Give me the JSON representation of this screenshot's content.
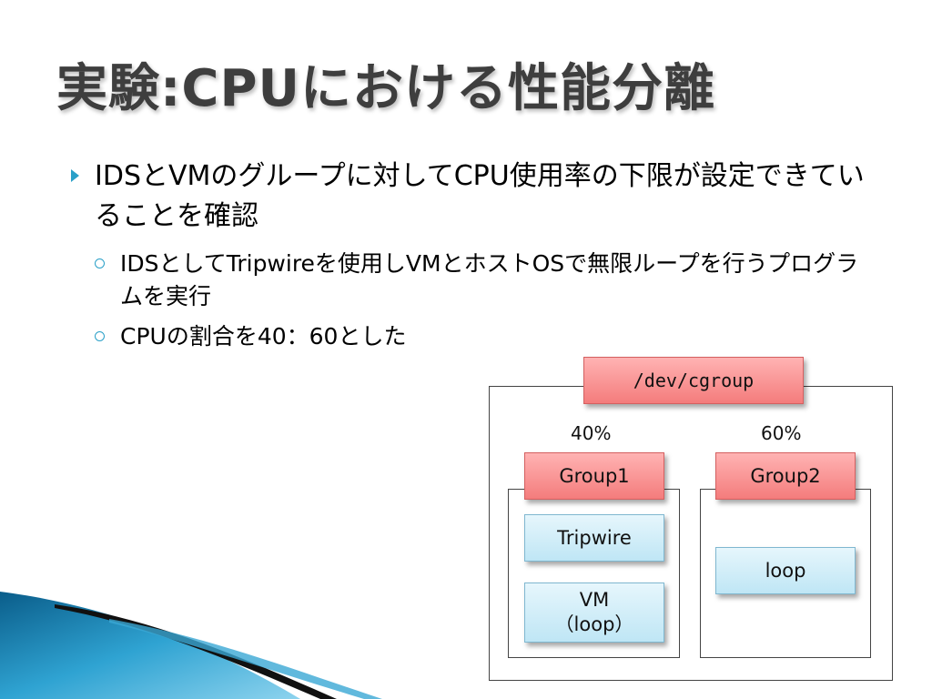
{
  "slide": {
    "title": "実験:CPUにおける性能分離",
    "bullets": [
      {
        "text": "IDSとVMのグループに対してCPU使用率の下限が設定できていることを確認",
        "subs": [
          "IDSとしてTripwireを使用しVMとホストOSで無限ループを行うプログラムを実行",
          "CPUの割合を40：60とした"
        ]
      }
    ]
  },
  "diagram": {
    "root": "/dev/cgroup",
    "groups": [
      {
        "percent": "40%",
        "name": "Group1",
        "items": [
          "Tripwire",
          "VM\n（loop）"
        ]
      },
      {
        "percent": "60%",
        "name": "Group2",
        "items": [
          "loop"
        ]
      }
    ]
  },
  "colors": {
    "accent": "#2aa0c8",
    "red_box": "#f47c7c",
    "blue_box": "#bfe6f5",
    "title": "#3e3e3e"
  }
}
